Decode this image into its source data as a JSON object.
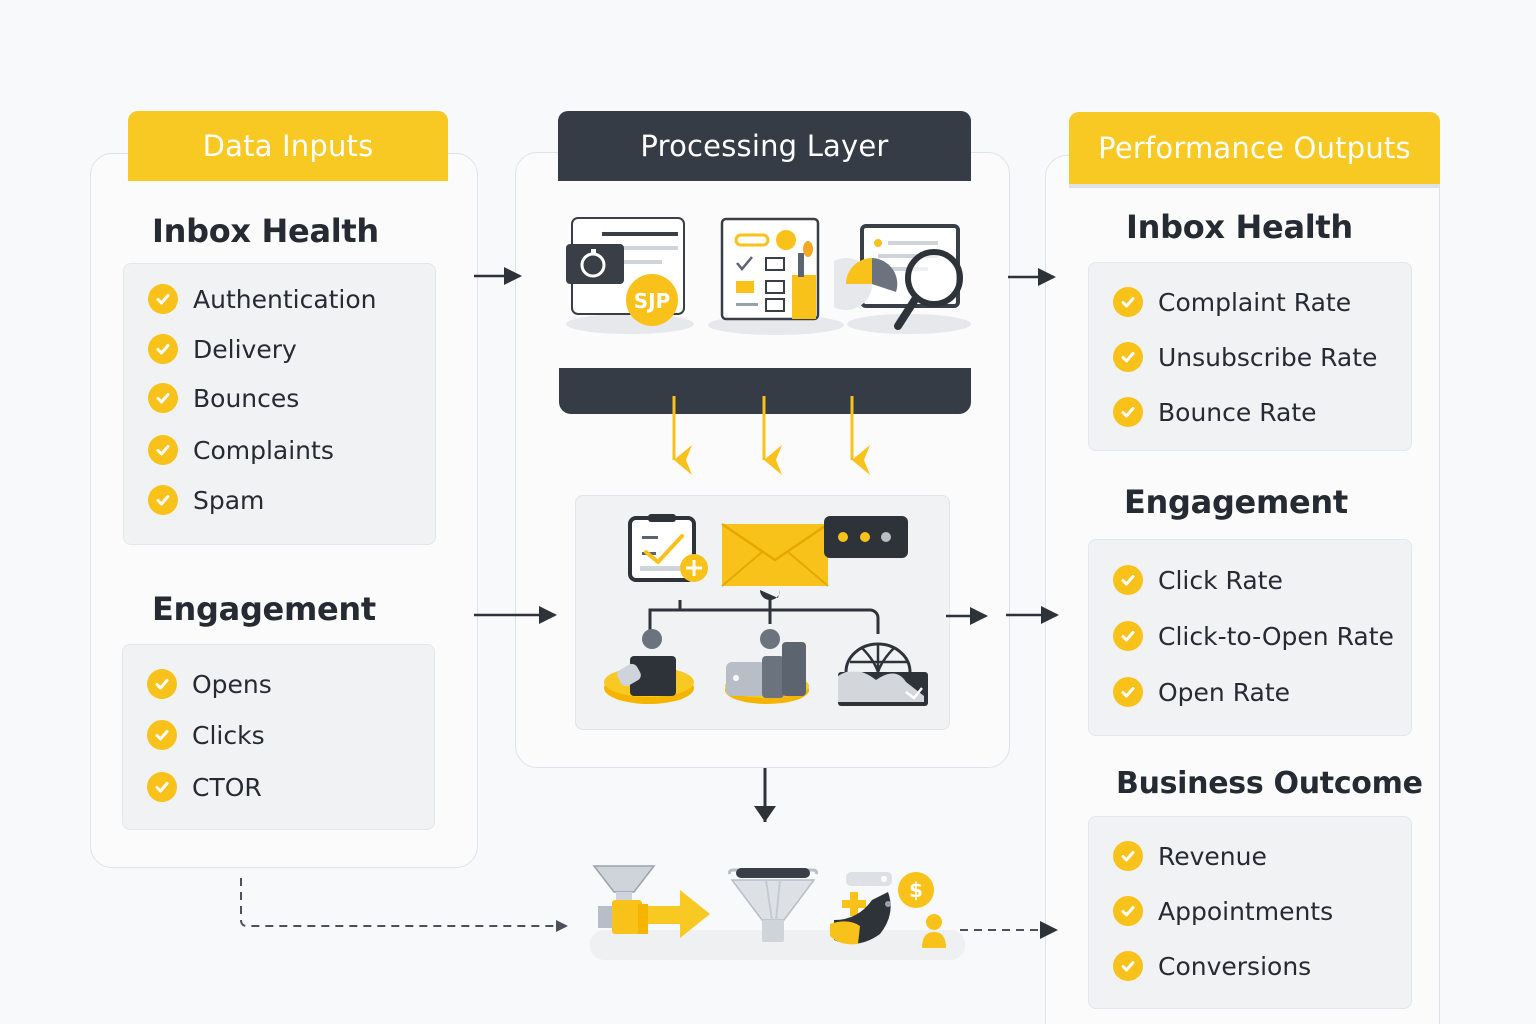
{
  "colors": {
    "accent_yellow": "#f8c823",
    "dark": "#363c45",
    "text": "#262b33",
    "panel_border": "#dfe3e8",
    "list_bg": "#f1f2f4"
  },
  "inputs": {
    "banner": "Data Inputs",
    "sections": [
      {
        "title": "Inbox Health",
        "items": [
          "Authentication",
          "Delivery",
          "Bounces",
          "Complaints",
          "Spam"
        ]
      },
      {
        "title": "Engagement",
        "items": [
          "Opens",
          "Clicks",
          "CTOR"
        ]
      }
    ]
  },
  "processing": {
    "banner": "Processing Layer",
    "top_icons": [
      "stopwatch-document-icon",
      "checklist-dashboard-icon",
      "report-magnifier-icon"
    ],
    "top_icon_badge": "SJP",
    "middle_icons": [
      "clipboard-add-icon",
      "envelope-icon",
      "chat-dots-icon",
      "segment-person-icon",
      "segment-chart-icon",
      "segment-globe-icon"
    ],
    "bottom_icons": [
      "funnel-pump-icon",
      "funnel-icon",
      "conversion-dollar-icon"
    ]
  },
  "outputs": {
    "banner": "Performance Outputs",
    "sections": [
      {
        "title": "Inbox Health",
        "items": [
          "Complaint Rate",
          "Unsubscribe Rate",
          "Bounce Rate"
        ]
      },
      {
        "title": "Engagement",
        "items": [
          "Click Rate",
          "Click-to-Open Rate",
          "Open Rate"
        ]
      },
      {
        "title": "Business Outcome",
        "items": [
          "Revenue",
          "Appointments",
          "Conversions"
        ]
      }
    ]
  }
}
